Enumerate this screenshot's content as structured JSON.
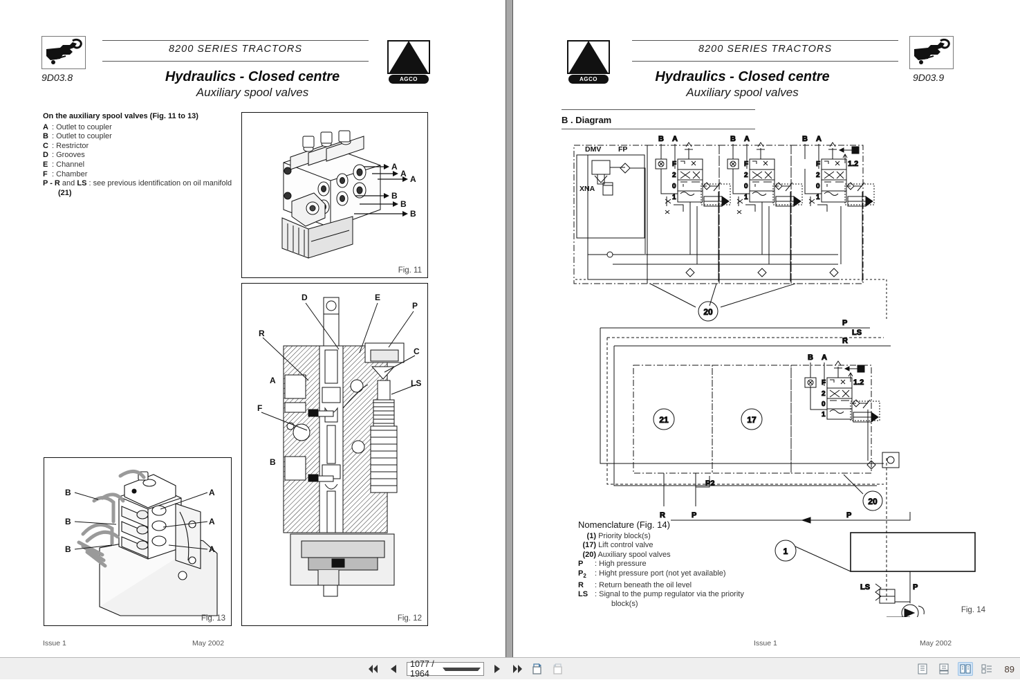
{
  "viewer": {
    "toolbar": {
      "first_page_label": "First page",
      "prev_page_label": "Previous page",
      "page_value": "1077 / 1964",
      "next_page_label": "Next page",
      "last_page_label": "Last page",
      "rotate_cw_label": "Rotate clockwise",
      "rotate_ccw_label": "Rotate counter-clockwise",
      "view_single_label": "Single page view",
      "view_continuous_label": "Continuous view",
      "view_facing_label": "Facing pages view",
      "view_split_label": "Split view",
      "zoom_value": "89"
    }
  },
  "left_page": {
    "header": {
      "doc_number": "9D03.8",
      "series": "8200  SERIES  TRACTORS",
      "title": "Hydraulics - Closed centre",
      "subtitle": "Auxiliary spool valves",
      "brand": "AGCO"
    },
    "legend": {
      "heading": "On the auxiliary spool valves (Fig. 11 to 13)",
      "items": [
        {
          "key": "A",
          "text": "Outlet to coupler"
        },
        {
          "key": "B",
          "text": "Outlet to coupler"
        },
        {
          "key": "C",
          "text": "Restrictor"
        },
        {
          "key": "D",
          "text": "Grooves"
        },
        {
          "key": "E",
          "text": "Channel"
        },
        {
          "key": "F",
          "text": "Chamber"
        }
      ],
      "note_pre": "P - R",
      "note_mid": "and",
      "note_key": "LS",
      "note_text": ": see previous identification on oil manifold",
      "note_ref": "(21)"
    },
    "figures": {
      "fig11": {
        "caption": "Fig. 11",
        "callouts": [
          "A",
          "A",
          "A",
          "B",
          "B",
          "B"
        ]
      },
      "fig12": {
        "caption": "Fig. 12",
        "callouts": [
          "D",
          "E",
          "P",
          "R",
          "C",
          "A",
          "LS",
          "F",
          "B"
        ]
      },
      "fig13": {
        "caption": "Fig. 13",
        "callouts_left": [
          "B",
          "B",
          "B"
        ],
        "callouts_right": [
          "A",
          "A",
          "A"
        ]
      }
    },
    "footer": {
      "issue": "Issue 1",
      "date": "May 2002"
    }
  },
  "right_page": {
    "header": {
      "doc_number": "9D03.9",
      "series": "8200  SERIES  TRACTORS",
      "title": "Hydraulics - Closed centre",
      "subtitle": "Auxiliary spool valves",
      "brand": "AGCO"
    },
    "section_heading": "B . Diagram",
    "diagram": {
      "caption": "Fig. 14",
      "port_labels": [
        "B",
        "A"
      ],
      "component_labels": [
        "DMV",
        "FP",
        "XNA"
      ],
      "detent_label": "1.2",
      "spool_positions": [
        "F",
        "2",
        "0",
        "1"
      ],
      "balloons": [
        "20",
        "21",
        "17",
        "20",
        "1"
      ],
      "line_labels": [
        "P",
        "LS",
        "R",
        "P2",
        "R",
        "P",
        "P",
        "LS",
        "P"
      ]
    },
    "nomenclature": {
      "heading": "Nomenclature (Fig. 14)",
      "items": [
        {
          "num": "(1)",
          "text": "Priority block(s)"
        },
        {
          "num": "(17)",
          "text": "Lift control valve"
        },
        {
          "num": "(20)",
          "text": "Auxiliary spool valves"
        }
      ],
      "symbols": [
        {
          "sym": "P",
          "sub": "",
          "text": "High pressure"
        },
        {
          "sym": "P",
          "sub": "2",
          "text": "Hight pressure port (not yet available)"
        },
        {
          "sym": "R",
          "sub": "",
          "text": "Return beneath the oil level"
        },
        {
          "sym": "LS",
          "sub": "",
          "text": "Signal to the pump regulator via the priority"
        }
      ],
      "symbols_cont": "block(s)"
    },
    "footer": {
      "issue": "Issue 1",
      "date": "May 2002"
    }
  }
}
